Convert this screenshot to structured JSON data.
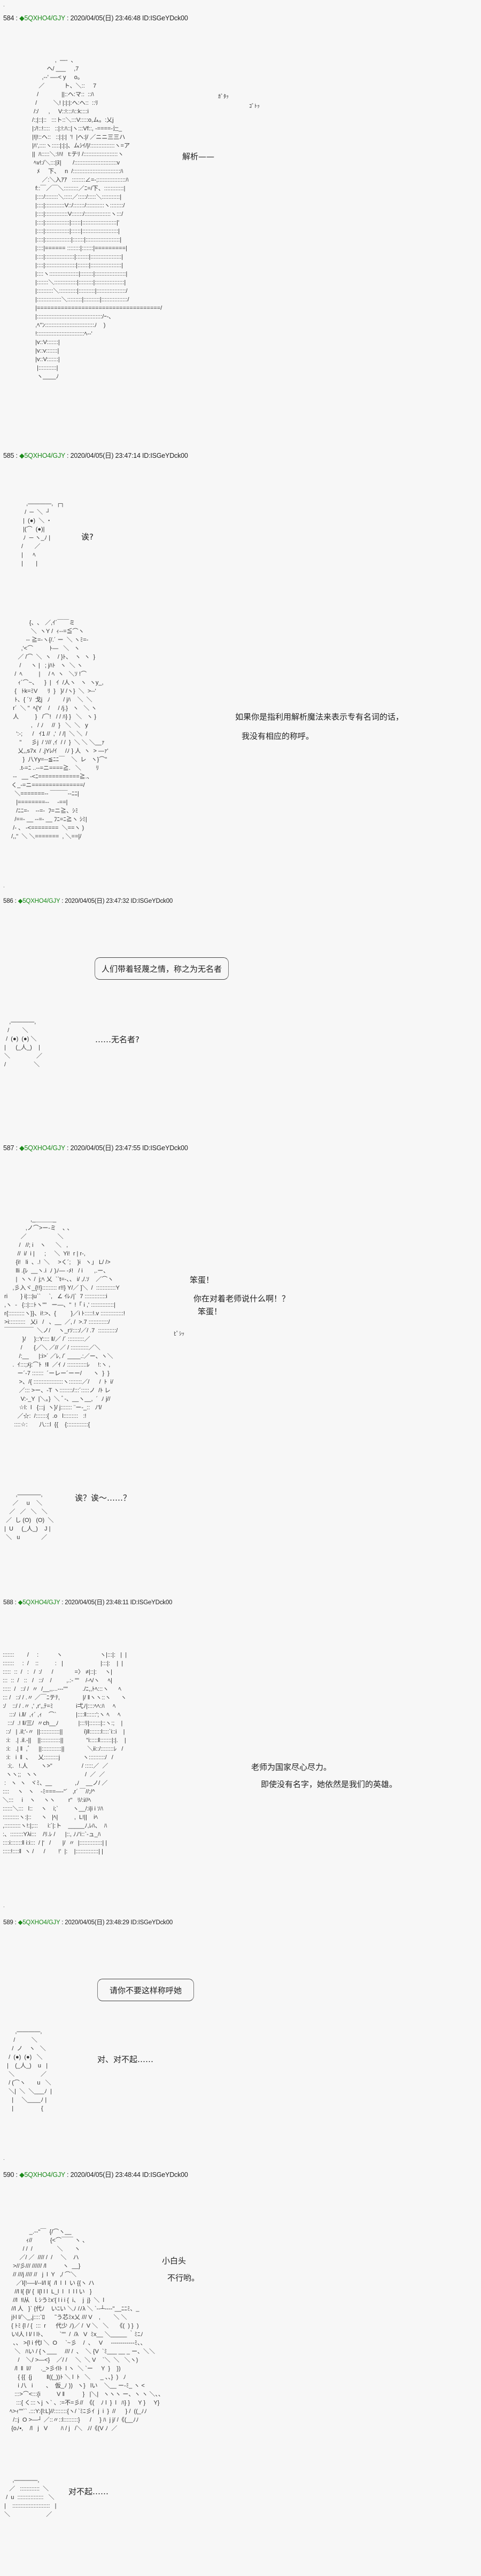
{
  "posts": [
    {
      "number": "584",
      "sep": " : ",
      "trip": "◆5QXHO4/GJY",
      "sep2": " : ",
      "datetime": "2020/04/05(日) 23:46:48 ID:ISGeYDck00",
      "sfx1": "ｶﾞﾀｯ",
      "sfx2": "ｺﾞﾄｯ",
      "line1": "解析——",
      "art": "              ,  ―-  ､\n         ヘ/ ___     ,7\n      ,-‐' ―-< y     o。\n    ／            ト、＼::     7\n   /              ||::ヘ:マ::  ::ﾊ\n  /          ＼! |:|:|:ヘ:ヘ::  ::ﾘ\n /:/      ,     V::!:::ﾊ::k::::i\n/:;|::|::   :::ト::＼:::V:::::o,ム。:乂j\n|:/!::!::::   ::|:!:ﾊ::|ヽ:::Vf::, -====-辷_\n|!|!::ヘ::   ::|:|:|  '!  |ヘ:|/ ／ニニ三三ハ\n|ﾊ',::::ヽ:::::|:|:|、ムｼｲ/|/:::::::::::::::ヽ=ア\n||  ﾊ:::::＼:!ﾊ!   t:テﾘ /:::::::::::::::::::::ヽ\n ﾍv!:/＼:::|ﾇ|       /::::::::::::::::::::::::::v\n   ﾒ     下、   n  /:::::::::::::::::::::::::::::ﾊ\n      ／:＼入ｱｱ   ::::::::∠=-;:::::::::::::::::ﾊ\n  f::￣／￣＼:::::::::／ﾆ=/下、::::::::::::|\n  |::::/::::::::＼:::::／:::::/:::::＼:::::::::::|\n  |::::|::::::::::::V::/:::::::/:::::::::::ヽ::::::::/\n  |::::|::::::::::::::V:::::::/::::::::::::::::ヽ:::/\n  |::::|:::::::::::::::|::::::|:::::::::::::::::::::|'\n  |::::|:::::::::::::::|::::::|::::::::::::::::::::::|\n  |::::|::::::::::::::::|:::::::|:::::::::::::::::::::|\n  |::::|====== ::::::::|:::::::|=========|\n  |::::|::::::::::::::::::|::::::::|:::::::::::::::::::|\n  |::::|:::::::::::::::::::|:::::::|:::::::::::::::::::|\n  |::::ヽ::::::::::::::::::|::::::::|:::::::::::::::::::|\n  |:::::::＼::::::::::::::|:::::::::|::::::::::::::::::|\n  |::::::::::＼:::::::::::|::::::::::|::::::::::::::::::/\n  |:::::::::::::::＼:::::::::|::::::::::|::::::::::::::::/\n  |====================================/\n  |::::::::::::::::::::::::::::::::::::::::/ｰ-､\n  ,ﾍ''ﾝ::::::::::::::::::::::::::::::ﾉ    )\n  !:::::::::::::::::::::::::::::ﾍ-‐'\n  |v::V:::::::|\n  |v::v:::::::|\n  |v::V:::::::|\n   |:::::::::::|\n   ヽ____ﾉ"
    },
    {
      "number": "585",
      "sep": " : ",
      "trip": "◆5QXHO4/GJY",
      "sep2": " : ",
      "datetime": "2020/04/05(日) 23:47:14 ID:ISGeYDck00",
      "face": "   ,――――,  ┌┐\n  /  ─  ＼  ┘\n |  (●)  ＼ ・\n |(⌒  (●)|\n ﾉ  ─ ヽ_ﾉ |\n/       ／\n|      ﾍ\n|        |",
      "line1": "诶?",
      "art": "             {、､   ／,ｲ´￣￣ミ\n              ＼  ヽY /  ｨ--=≦⌒ヽ\n           -‐ ≧=-ヽ{/.´ ー  ＼ ヽﾐ=-\n        ,'<⌒          ﾄ―   ＼   ヽ\n      ／ /⌒  ＼  ヽ    / }ﾄ、  ヽ  ヽ  }\n       /      ヽ |   ; jﾊﾄ   ヽ  ＼ ヽ\n    /  ﾍ          |     / ﾍ  ヽ   ＼ｿ !⌒\n      ｨ´⌒~、    }  |   ｲ  /人ヽ   ヽ  ヽy_,\n    {   ﾄk=ﾐV      ﾘ  }   }/ /ヽ}  ＼  >-‐'\n    ﾄ、{ ´ｿ  戈j   ﾉ        / jﾊ    ＼  ＼\n   r´  ＼ \"  ﾍ{Y    /     / /j.}   ヽ   ＼ ヽ\n   人          }   /⌒!   / / ﾊ} }   ＼   ヽ }\n              ,   / ﾉ     //  }   ＼  ＼   y\n     ':-;      /   ｲ1 //  ,'  / /|  ＼ ＼  /\n       \"      彡j  / ｿ// ,ｲ  / /  }  ＼ ＼ ＼__ｧ\n      乂,,s7x  / .jYﾚ/ｲ     /ﾉ } 人  ヽ  > ―ｧ'\n         }  八Yy=--≦ﾆﾆ￣    ＼  レ   ヽ}⌒\"\n       .t-=ﾆ ..--=ニ====≧.   ＼         ﾘ\n   -‐   __ -<ﾆ============≧.、\n  く_-=ニ===============/\n    ＼=======-‐ ￣￣￣--ﾆﾆ|\n     |========--     -==|\n     /ﾆﾆ=-    --=-  ﾌ=ニ≧、ｼﾐ\n    /==- __ --=- __ ﾌﾆ=ﾆ≧ヽ ｼﾐ|\n   /‐ 、 -<========  ＼==ヽ )\n  /,,\"  ＼ ＼=======  , ＼==|/",
      "line2": "如果你是指利用解析魔法来表示专有名词的话，",
      "line3": "我没有相应的称呼。"
    },
    {
      "number": "586",
      "sep": " : ",
      "trip": "◆5QXHO4/GJY",
      "sep2": " : ",
      "datetime": "2020/04/05(日) 23:47:32 ID:ISGeYDck00",
      "bubble": "人们带着轻蔑之情，称之为无名者",
      "face": "    ,――――,\n   /        ＼\n  /  (●)  (●) ＼\n |      (_人_)    |\n ＼                ／\n /                 ＼",
      "line1": "……无名者?"
    },
    {
      "number": "587",
      "sep": " : ",
      "trip": "◆5QXHO4/GJY",
      "sep2": " : ",
      "datetime": "2020/04/05(日) 23:47:55 ID:ISGeYDck00",
      "art": "                 ,_＿＿＿_\n              ,ノ⌒>ー-ミ    ､ ､\n           ／                   ＼\n          /   //; i    ヽ      ＼   ,\n         //  i/  i |      ;     ＼  Yi!  r | r-,\n        {i!   li  、.!  ＼     >く´;    }i   ヽ」 L/ />\n        lli .{ﾚ  __ヽ.i  ﾉ )ﾉ― -ﾒ!   / i       ,.ー、\n        |  ヽヽ /  j;ﾍ 乂  ``t=-、、 i/ ,/.ｿ    ／⌒ヽ\n      ,彡入ヾ_{!!}::::::::: r!!} Y/／ ]＼  /  ::::::::::::Y\n ri        } i|:::|u``     `,   ∠ ｲﾚﾉ|`  7 :::::::::::::i\n ,ヽ  -   {::|:::ﾄヽ\"\"   ー―、\"  !「 i ,' ::::::::::::::|\n r{::::::::::ヽ}}、i!:>、{         }／i ﾄ:::::!.v ::::::::::::::!\n >i::::::::::   乂i   /   、__  ／, /  >.7 ::::::::::::/\n ￣￣￣￣￣  ＼ノ/     ヽ_rｿ::::/／/ .7  :::::::::::/\n            }/     }::Y:::: ‖/／ /´ ::::::::::／\n           /       {／＼ ／// ／ / :::::::::::／＼\n          /:__      |:i>´ ／ﾚ, /´ ____.:／ー、ヽ＼\n      .  ｲ:::;ﾒj:⌒ﾄ  !‖  ／ｲ ﾉ ::::::::::::ﾚ     !:ヽ ,\n         ー´-7 :::::::  ´ーレー´ーー/       ヽ  }  }\n          >、/{ ::::::::::::::::::ヽ::::::::／/      /  ﾄ  i/\n          ／::: >ー、-T ヽ::::::::/:::´:::::ノ  /ﾄ レ\n           V:-_Y  |＼。}  ＼ ﾞ-、__ヽ__,  ´  ﾉ j//\n          ☆l:  l   {:::j  ヽ}/ j::::::: ¨ー-_::   ﾉ'l/\n         ／☆:  /:::::::{  .o   l:::::::::   :!\n       ::::☆:       八:::l  {{    {:::::::::::::{",
      "line1": "笨蛋！",
      "line2": "你在对着老师说什么啊！？",
      "line3": "笨蛋！",
      "sfx1": "ﾋﾟｼｯ",
      "face": "        ,――――,\n      ／     u    ＼\n    ／   ／   ＼   ＼\n  ／  し (O)   (O)  ＼\n |  U     (_人_)    J |\n  ＼   u             ／",
      "line4": "诶？诶～……？"
    },
    {
      "number": "588",
      "sep": " : ",
      "trip": "◆5QXHO4/GJY",
      "sep2": " : ",
      "datetime": "2020/04/05(日) 23:48:11 ID:ISGeYDck00",
      "art": ":::::::        /     :           ヽ                       ヽ|:::|:   |  |\n:::::::     :  /    ::          :   |                       |:::|:    |  |\n:::::  ::  /   :   /  :/      /             =〉 ≠|::|:     ヽ|\n:::  ::  /   ::   /   ::/    /         ,.:‐ \"\"    /‐ﾍ/ヽ     ﾍ|\n:::::  /   ::/ /  〃  /__,,...--‐''\"         ./ﾆ,,ﾄﾍ:::ヽ      ﾍ\n::: /   ::/ / .〃 ／￣ﾆテﾃ,              |/ ‖ヽヽ::ヽ      ヽ\n:/    ::/ / .〃 ,' ,r',,ﾃ=ﾐ              i弌ﾉ|::::ﾍﾍ:ﾊ     ﾍ\n    :::/  i.‖/  ,ｨ´ ,ｨ    ⌒`            |::::‖::::::';ヽ ﾍ     ﾍ\n   :::/  .! ‖/三/  〃ch__ﾉ            |:::ﾘ|:::::::|::ヽ:;    |\n  ::/   | .il;'-〃  ||::::::::::::||             i)‖:::::::l::::`i::i    |\n  :i:   .| .il.-||    ||::::::::::::||              \"i:::::‖:::::::|:|.    |\n  :i:   .| ‖  ,ﾞ     ||::::::::::::||              ＼ii::/::::::::ﾚ   /\n  :i:   i  ‖  、    乂:::::::::j              ヽ::::::::::/   /\n   :i;.   !.人        ヽ>\"                  / :::::／  ／\n  ヽヽ;;   ヽヽ                             /  ／  ／\n :   ヽ  ヽ   ヾﾐ、__              ,ﾉ    __ノ/ ／\n::::     ヽ   ヽ    ‐ﾐ===―‐\"´   ,r´ ￣//;/^\n＼:::     i    ヽ     ヽヽ        r\"   ﾘ/:i//ﾍ\n::::::＼:::   l::     ヽ    i;`         ヽ__/:i|i i ｿﾊ\n::::::::::ヽ:|::      ヽ   |ﾍ|          ,  L!||    iﾍ\n,::::::::::ヽ!:|;:::      i:´|:ト    _____ﾉ,ﾚﾊ、  ﾊ\n:、::::::::Yλi:::    /ﾘ.ﾚ /      |::, ﾉﾉ'i::`-ュ_ﾊ\n::::i:::::::‖ i:i:::  / |'   /       |/  〃  |::::::::::::::| |\n:::::!::::‖  ヽ /      /        !'  |:    |::::::::::::::| |",
      "line1": "老师为国家尽心尽力。",
      "line2": "即使没有名字，她依然是我们的英雄。"
    },
    {
      "number": "589",
      "sep": " : ",
      "trip": "◆5QXHO4/GJY",
      "sep2": " : ",
      "datetime": "2020/04/05(日) 23:48:29 ID:ISGeYDck00",
      "bubble": "请你不要这样称呼她",
      "face": "      ,――――,\n     /          ＼\n    /  ノ    ヽ   ＼\n  /  (●)  (●)   ＼\n |    (_人_)    u   |\n  ＼                ／\n  / (⌒ヽ       u   ＼\n  ＼|  ＼  ＼___ﾉ  |\n    |     ＼____ﾉ |\n    |                 {",
      "line1": "对、对不起……"
    },
    {
      "number": "590",
      "sep": " : ",
      "trip": "◆5QXHO4/GJY",
      "sep2": " : ",
      "datetime": "2020/04/05(日) 23:48:44 ID:ISGeYDck00",
      "art": "             _.-‐''￣  {/⌒ヽ__\n           ｨ//           {<⌒￣￣ ヽ 、\n         / /  /               ＼       ヽ\n       ／/ ／  //// /  /     ＼    ハ\n   >//彡/// ////// /l          ヽ  __}\n   // ///j //// //   j  l  Y   ,/ ⌒＼\n     ／l{!-―l/--l/l l{  /l  l  l  い {{ヽ ハ\n    //l l{ {l/ {  l{l l l  L_l  l   l  l l い   }\n   //l  !l从  ｌｼうﾐx'{ l i i {  i、  j  j}  ＼  l\n  //l 人   }` {代ﾉ    いﾆい ＼ﾉ /ﾉλ ＼ `‐-┴--‐‐''__ﾆﾆﾐ、_\n  jﾄl l/＼_,j::::`ﾛ      ˜う芯ﾐx乂 /// V    ,        ＼ ＼\n  { ﾄﾐ {l / {  :::  r      代少 ﾉ)／ /  V ＼   ＼     《(  ) }  )\n  いl人 l l/ l lﾄ、        `\"\"  /  /λ   V  ﾐx__ ＼_____ ｀ﾐﾆﾉ\n   、、 >{l i 代l ＼  O     `~彡    /  、   V     ‐‐‐‐‐‐‐‐‐‐‐‐ﾐ、、\n    ＼   ﾊい / {ヽ___     /// /  、  ＼ {V  `ﾐ___ __ _ ー、＼＼\n      /    ＼/ >―<}    ／/ /     ＼  ＼ V    `＼  ＼   ＼ヽ)\n    /l  ‖  l//      ._>彡ｲlﾄ  l ヽ  ＼ `ー     Y  }    })\n      { {{  {j         ‖((_))ﾄ ＼ l  ﾄ   ＼      _ 、、}  )   ﾉ\n      i 八   i        、  仮_ﾉ ))   ヽ}   lい    ＼__ ー-ﾐ_ ヽ <\n    :::>⌒<:::{i          V ‖           }   |＼|   ヽヽヽ ー、ヽ ヽ ＼、、\n     :::{ く:::ヽj ヽ` 、:=不=彡//  《(    ﾉ l  }  l   ﾊ} }     Y }     Y}\n ﾍ>ｨ\"\"`` .:::Y:{l:L}//::::::::{ヽ/ `ﾐﾆ彡ｲ  j  i  }  //      } /  ((_ﾉﾉ\n   /::j  O >―┘ ／::〃::l:::::::::}      /     } ﾊ  j j/ /《(__ﾉﾉ\n  {oﾉ•,    /l   j   V        ﾊ / j   /＼   ﾉ/《(V ﾉ  ／",
      "line1": "小白头",
      "line2": "不行哟。",
      "face": "      ,――――,\n    ／   ::::::::::::  ＼\n  /  u  ::::::::::::::::   ＼\n |    :::::::::::::::::::::::   |\n ＼                      ／",
      "line3": "对不起……"
    }
  ]
}
